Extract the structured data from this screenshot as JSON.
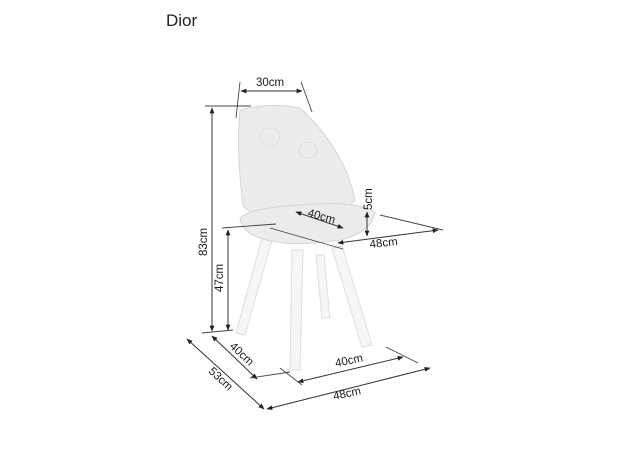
{
  "title": "Dior",
  "dimensions": {
    "backrest_width": "30cm",
    "total_height": "83cm",
    "seat_height": "47cm",
    "seat_thickness": "5cm",
    "seat_depth": "40cm",
    "seat_width": "48cm",
    "base_depth": "40cm",
    "total_depth": "53cm",
    "base_width": "40cm",
    "total_width": "48cm"
  },
  "colors": {
    "line": "#333333",
    "chair": "#ececec",
    "background": "#ffffff"
  }
}
